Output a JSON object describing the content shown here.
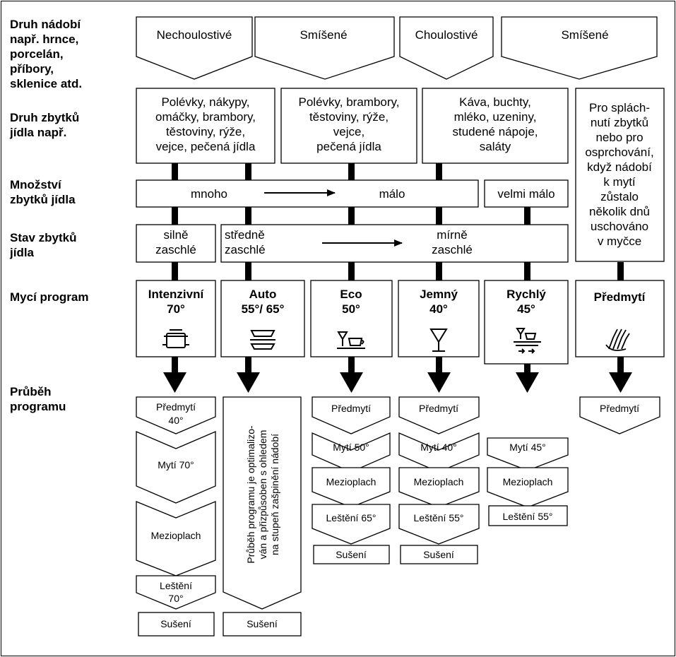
{
  "row_labels": {
    "dish_type": [
      "Druh nádobí",
      "např. hrnce,",
      "porcelán,",
      "příbory,",
      "sklenice atd."
    ],
    "food_residue_type": [
      "Druh zbytků",
      "jídla např."
    ],
    "residue_amount": [
      "Množství",
      "zbytků jídla"
    ],
    "residue_state": [
      "Stav zbytků",
      "jídla"
    ],
    "wash_program": [
      "Mycí program"
    ],
    "program_sequence": [
      "Průběh",
      "programu"
    ]
  },
  "dish_categories": [
    "Nechoulostivé",
    "Smíšené",
    "Choulostivé",
    "Smíšené"
  ],
  "food_residue": {
    "col1": [
      "Polévky, nákypy,",
      "omáčky, brambory,",
      "těstoviny, rýže,",
      "vejce, pečená jídla"
    ],
    "col2": [
      "Polévky, brambory,",
      "těstoviny, rýže,",
      "vejce,",
      "pečená jídla"
    ],
    "col3": [
      "Káva, buchty,",
      "mléko, uzeniny,",
      "studené nápoje,",
      "saláty"
    ],
    "col4": [
      "Pro splách‑",
      "nutí zbytků",
      "nebo pro",
      "osprchování,",
      "když nádobí",
      "k mytí",
      "zůstalo",
      "několik dnů",
      "uschováno",
      "v myčce"
    ]
  },
  "amount": {
    "many": "mnoho",
    "little": "málo",
    "very_little": "velmi málo"
  },
  "state": {
    "strong_1": "silně",
    "strong_2": "zaschlé",
    "medium_1": "středně",
    "medium_2": "zaschlé",
    "mild_1": "mírně",
    "mild_2": "zaschlé"
  },
  "programs": [
    {
      "name": "Intenzivní",
      "temp": "70°",
      "icon": "pot-icon"
    },
    {
      "name": "Auto",
      "temp": "55°/ 65°",
      "icon": "stacked-plates-icon"
    },
    {
      "name": "Eco",
      "temp": "50°",
      "icon": "glass-and-cup-icon"
    },
    {
      "name": "Jemný",
      "temp": "40°",
      "icon": "wine-glass-icon"
    },
    {
      "name": "Rychlý",
      "temp": "45°",
      "icon": "quick-dishes-icon"
    },
    {
      "name": "Předmytí",
      "temp": "",
      "icon": "rinse-hand-icon"
    }
  ],
  "steps": {
    "intensive": [
      "Předmytí",
      "40°",
      "Mytí 70°",
      "Mezioplach",
      "Leštění",
      "70°",
      "Sušení"
    ],
    "auto_note": [
      "Průběh programu je optimalizo-",
      "ván a přizpůsoben s ohledem",
      "na stupeň zašpinění nádobí"
    ],
    "auto_dry": "Sušení",
    "eco": [
      "Předmytí",
      "Mytí 50°",
      "Mezioplach",
      "Leštění 65°",
      "Sušení"
    ],
    "gentle": [
      "Předmytí",
      "Mytí 40°",
      "Mezioplach",
      "Leštění 55°",
      "Sušení"
    ],
    "quick": [
      "Mytí 45°",
      "Mezioplach",
      "Leštění 55°"
    ],
    "prerinse": [
      "Předmytí"
    ]
  }
}
